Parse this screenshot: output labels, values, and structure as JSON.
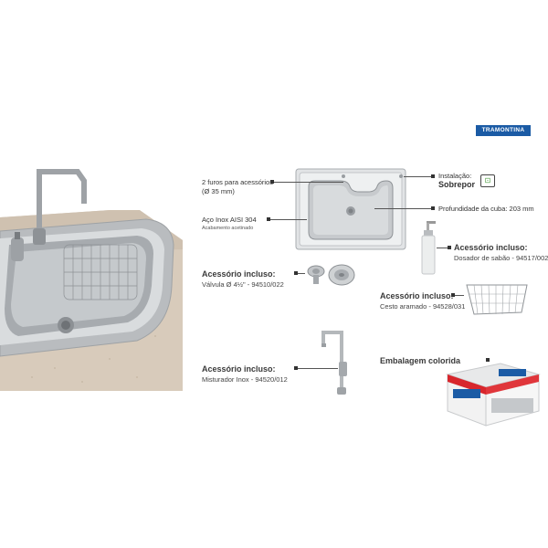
{
  "brand": "TRAMONTINA",
  "callouts": {
    "holes": {
      "line1": "2 furos para acessórios",
      "line2": "(Ø 35 mm)"
    },
    "steel": {
      "line1": "Aço Inox AISI 304",
      "line2": "Acabamento acetinado"
    },
    "install": {
      "label": "Instalação:",
      "value": "Sobrepor"
    },
    "depth": "Profundidade da cuba: 203 mm",
    "valve": {
      "title": "Acessório incluso:",
      "desc": "Válvula Ø 4½\" - 94510/022"
    },
    "soap": {
      "title": "Acessório incluso:",
      "desc": "Dosador de sabão - 94517/002"
    },
    "basket": {
      "title": "Acessório incluso:",
      "desc": "Cesto aramado - 94528/031"
    },
    "mixer": {
      "title": "Acessório incluso:",
      "desc": "Misturador Inox - 94520/012"
    },
    "package": "Embalagem colorida"
  },
  "colors": {
    "brand_blue": "#1b5ba5",
    "countertop": "#d8cbbb",
    "steel": "#c9ccce"
  }
}
